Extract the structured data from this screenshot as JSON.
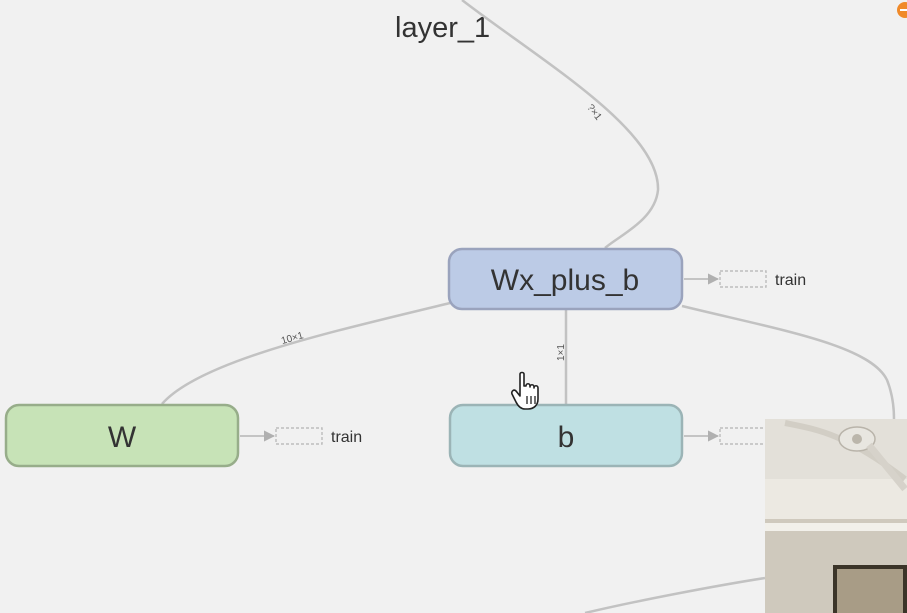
{
  "graph": {
    "title": "layer_1",
    "nodes": {
      "wx_plus_b": {
        "label": "Wx_plus_b",
        "fill": "#bccbe6",
        "stroke": "#9aa3bd"
      },
      "w": {
        "label": "W",
        "fill": "#c7e3b7",
        "stroke": "#97ad8a"
      },
      "b": {
        "label": "b",
        "fill": "#bfe0e3",
        "stroke": "#9bb4b6"
      }
    },
    "auxiliary": {
      "wx_plus_b_train": "train",
      "w_train": "train"
    },
    "edge_labels": {
      "input_to_wx": "?×1",
      "w_to_wx": "10×1",
      "b_to_wx": "1×1"
    }
  },
  "colors": {
    "background": "#f1f1f1",
    "edge": "#c2c2c2",
    "accent_indicator": "#f08a2a"
  },
  "overlays": {
    "cursor_icon": "hand-pointer-icon",
    "webcam": "presenter-webcam-feed"
  }
}
